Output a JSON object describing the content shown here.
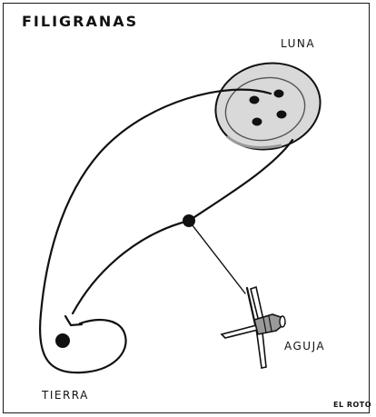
{
  "cartoon": {
    "title": "FILIGRANAS",
    "labels": {
      "moon": "LUNA",
      "needle": "AGUJA",
      "earth": "TIERRA"
    },
    "signature": "EL ROTO"
  },
  "colors": {
    "ink": "#111111",
    "button_shade": "#d9d9d9",
    "background": "#ffffff"
  }
}
